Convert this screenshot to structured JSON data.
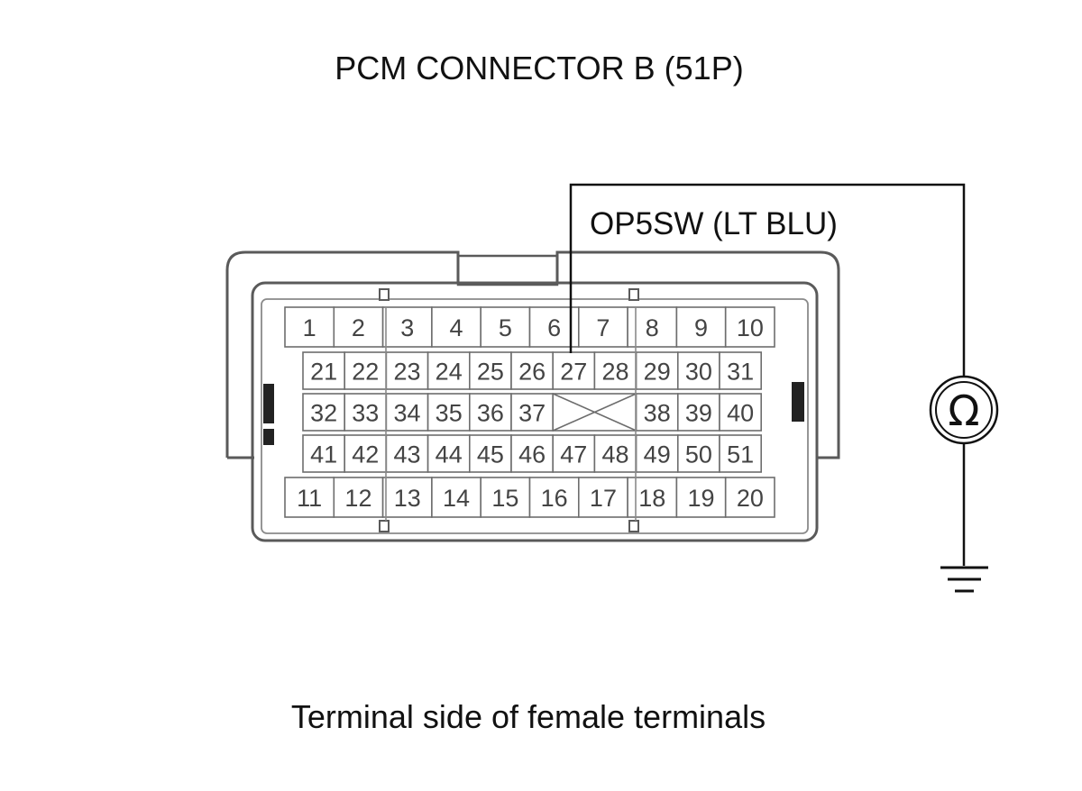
{
  "title": "PCM CONNECTOR B (51P)",
  "caption": "Terminal side of female terminals",
  "wire_label": "OP5SW (LT BLU)",
  "meter_symbol": "Ω",
  "connector": {
    "rows": [
      [
        "1",
        "2",
        "3",
        "4",
        "5",
        "6",
        "7",
        "8",
        "9",
        "10"
      ],
      [
        "21",
        "22",
        "23",
        "24",
        "25",
        "26",
        "27",
        "28",
        "29",
        "30",
        "31"
      ],
      [
        "32",
        "33",
        "34",
        "35",
        "36",
        "37",
        "",
        "38",
        "39",
        "40"
      ],
      [
        "41",
        "42",
        "43",
        "44",
        "45",
        "46",
        "47",
        "48",
        "49",
        "50",
        "51"
      ],
      [
        "11",
        "12",
        "13",
        "14",
        "15",
        "16",
        "17",
        "18",
        "19",
        "20"
      ]
    ],
    "probed_terminal": "27"
  },
  "colors": {
    "line": "#111111",
    "housing": "#5a5a5a",
    "pin_border": "#6d6d6d",
    "pin_text": "#444444",
    "background": "#ffffff"
  }
}
